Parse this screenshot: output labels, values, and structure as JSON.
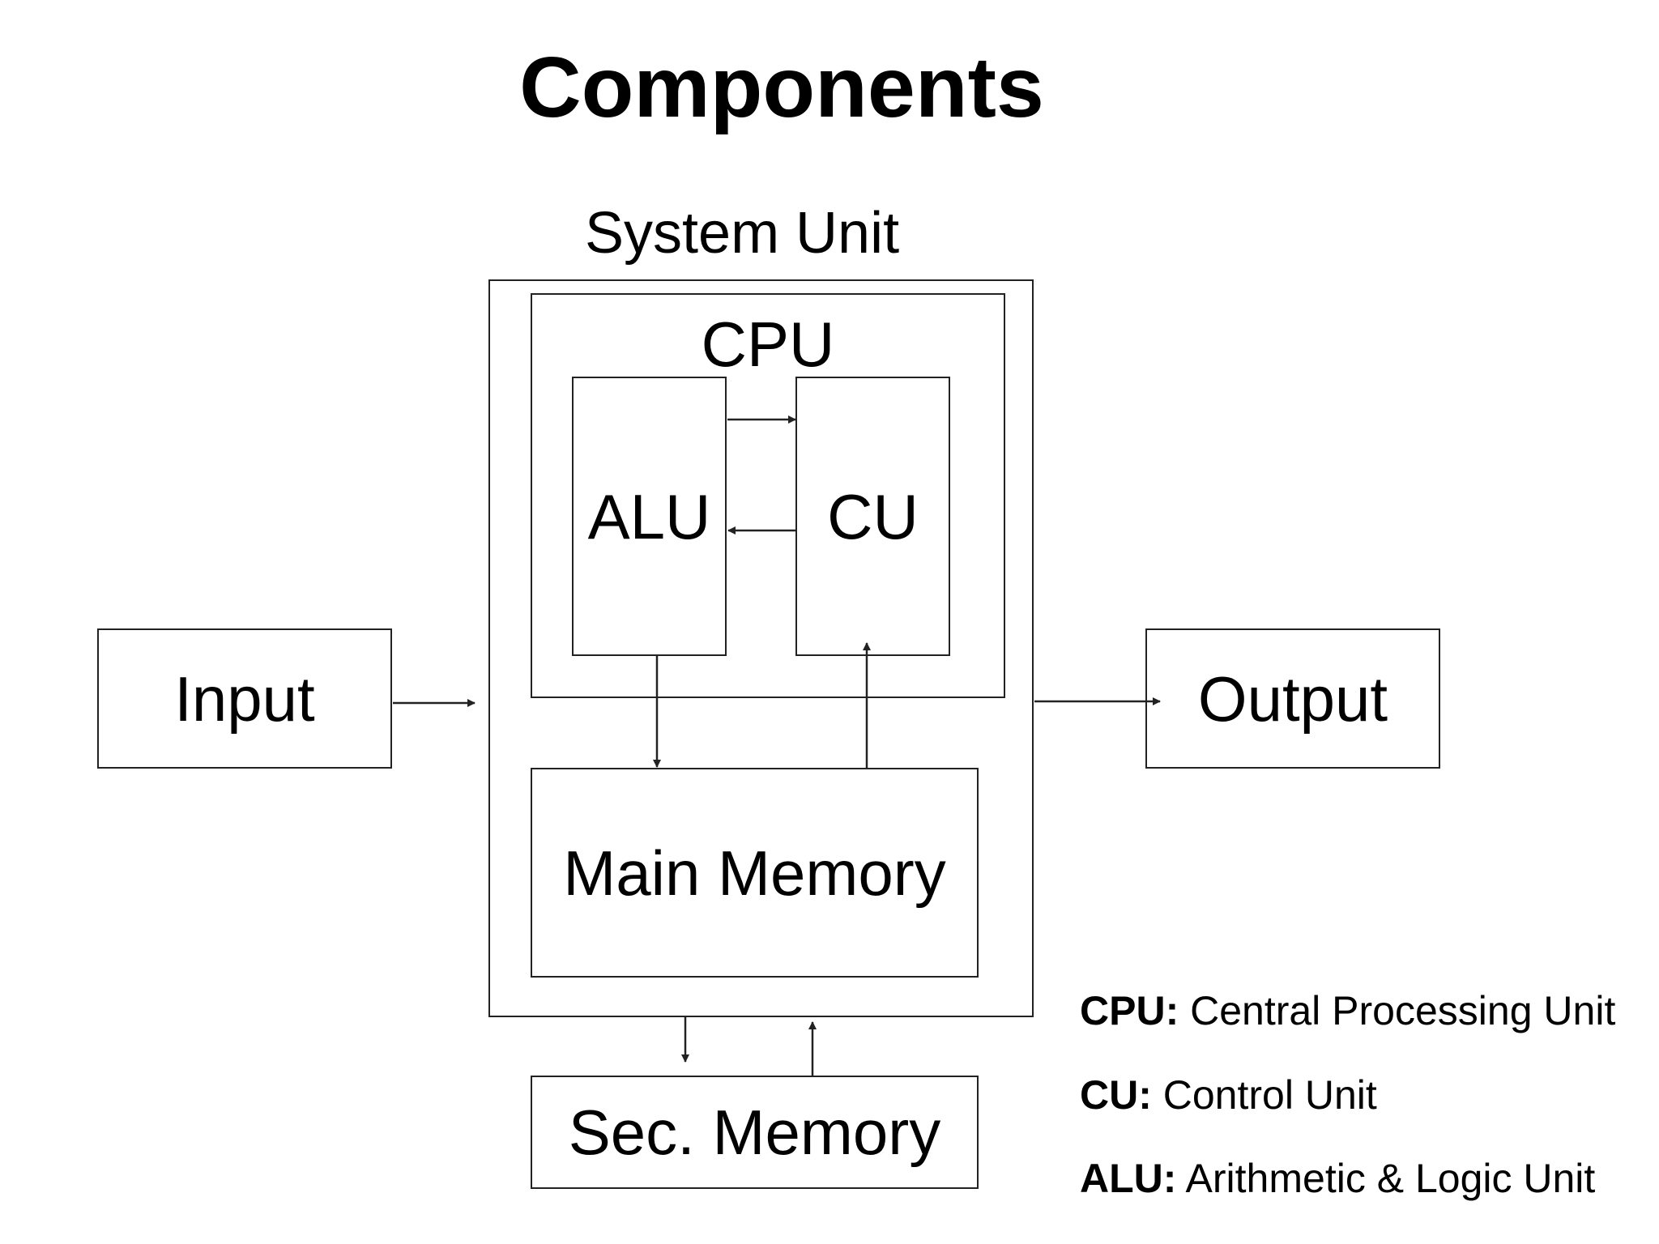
{
  "title": "Components",
  "system_unit_label": "System Unit",
  "nodes": {
    "cpu": "CPU",
    "alu": "ALU",
    "cu": "CU",
    "main_memory": "Main Memory",
    "sec_memory": "Sec. Memory",
    "input": "Input",
    "output": "Output"
  },
  "legend": [
    {
      "key": "CPU:",
      "value": " Central Processing Unit"
    },
    {
      "key": "CU:",
      "value": " Control Unit"
    },
    {
      "key": "ALU:",
      "value": " Arithmetic & Logic Unit"
    }
  ],
  "colors": {
    "stroke": "#222222",
    "text": "#000000",
    "background": "#ffffff"
  }
}
